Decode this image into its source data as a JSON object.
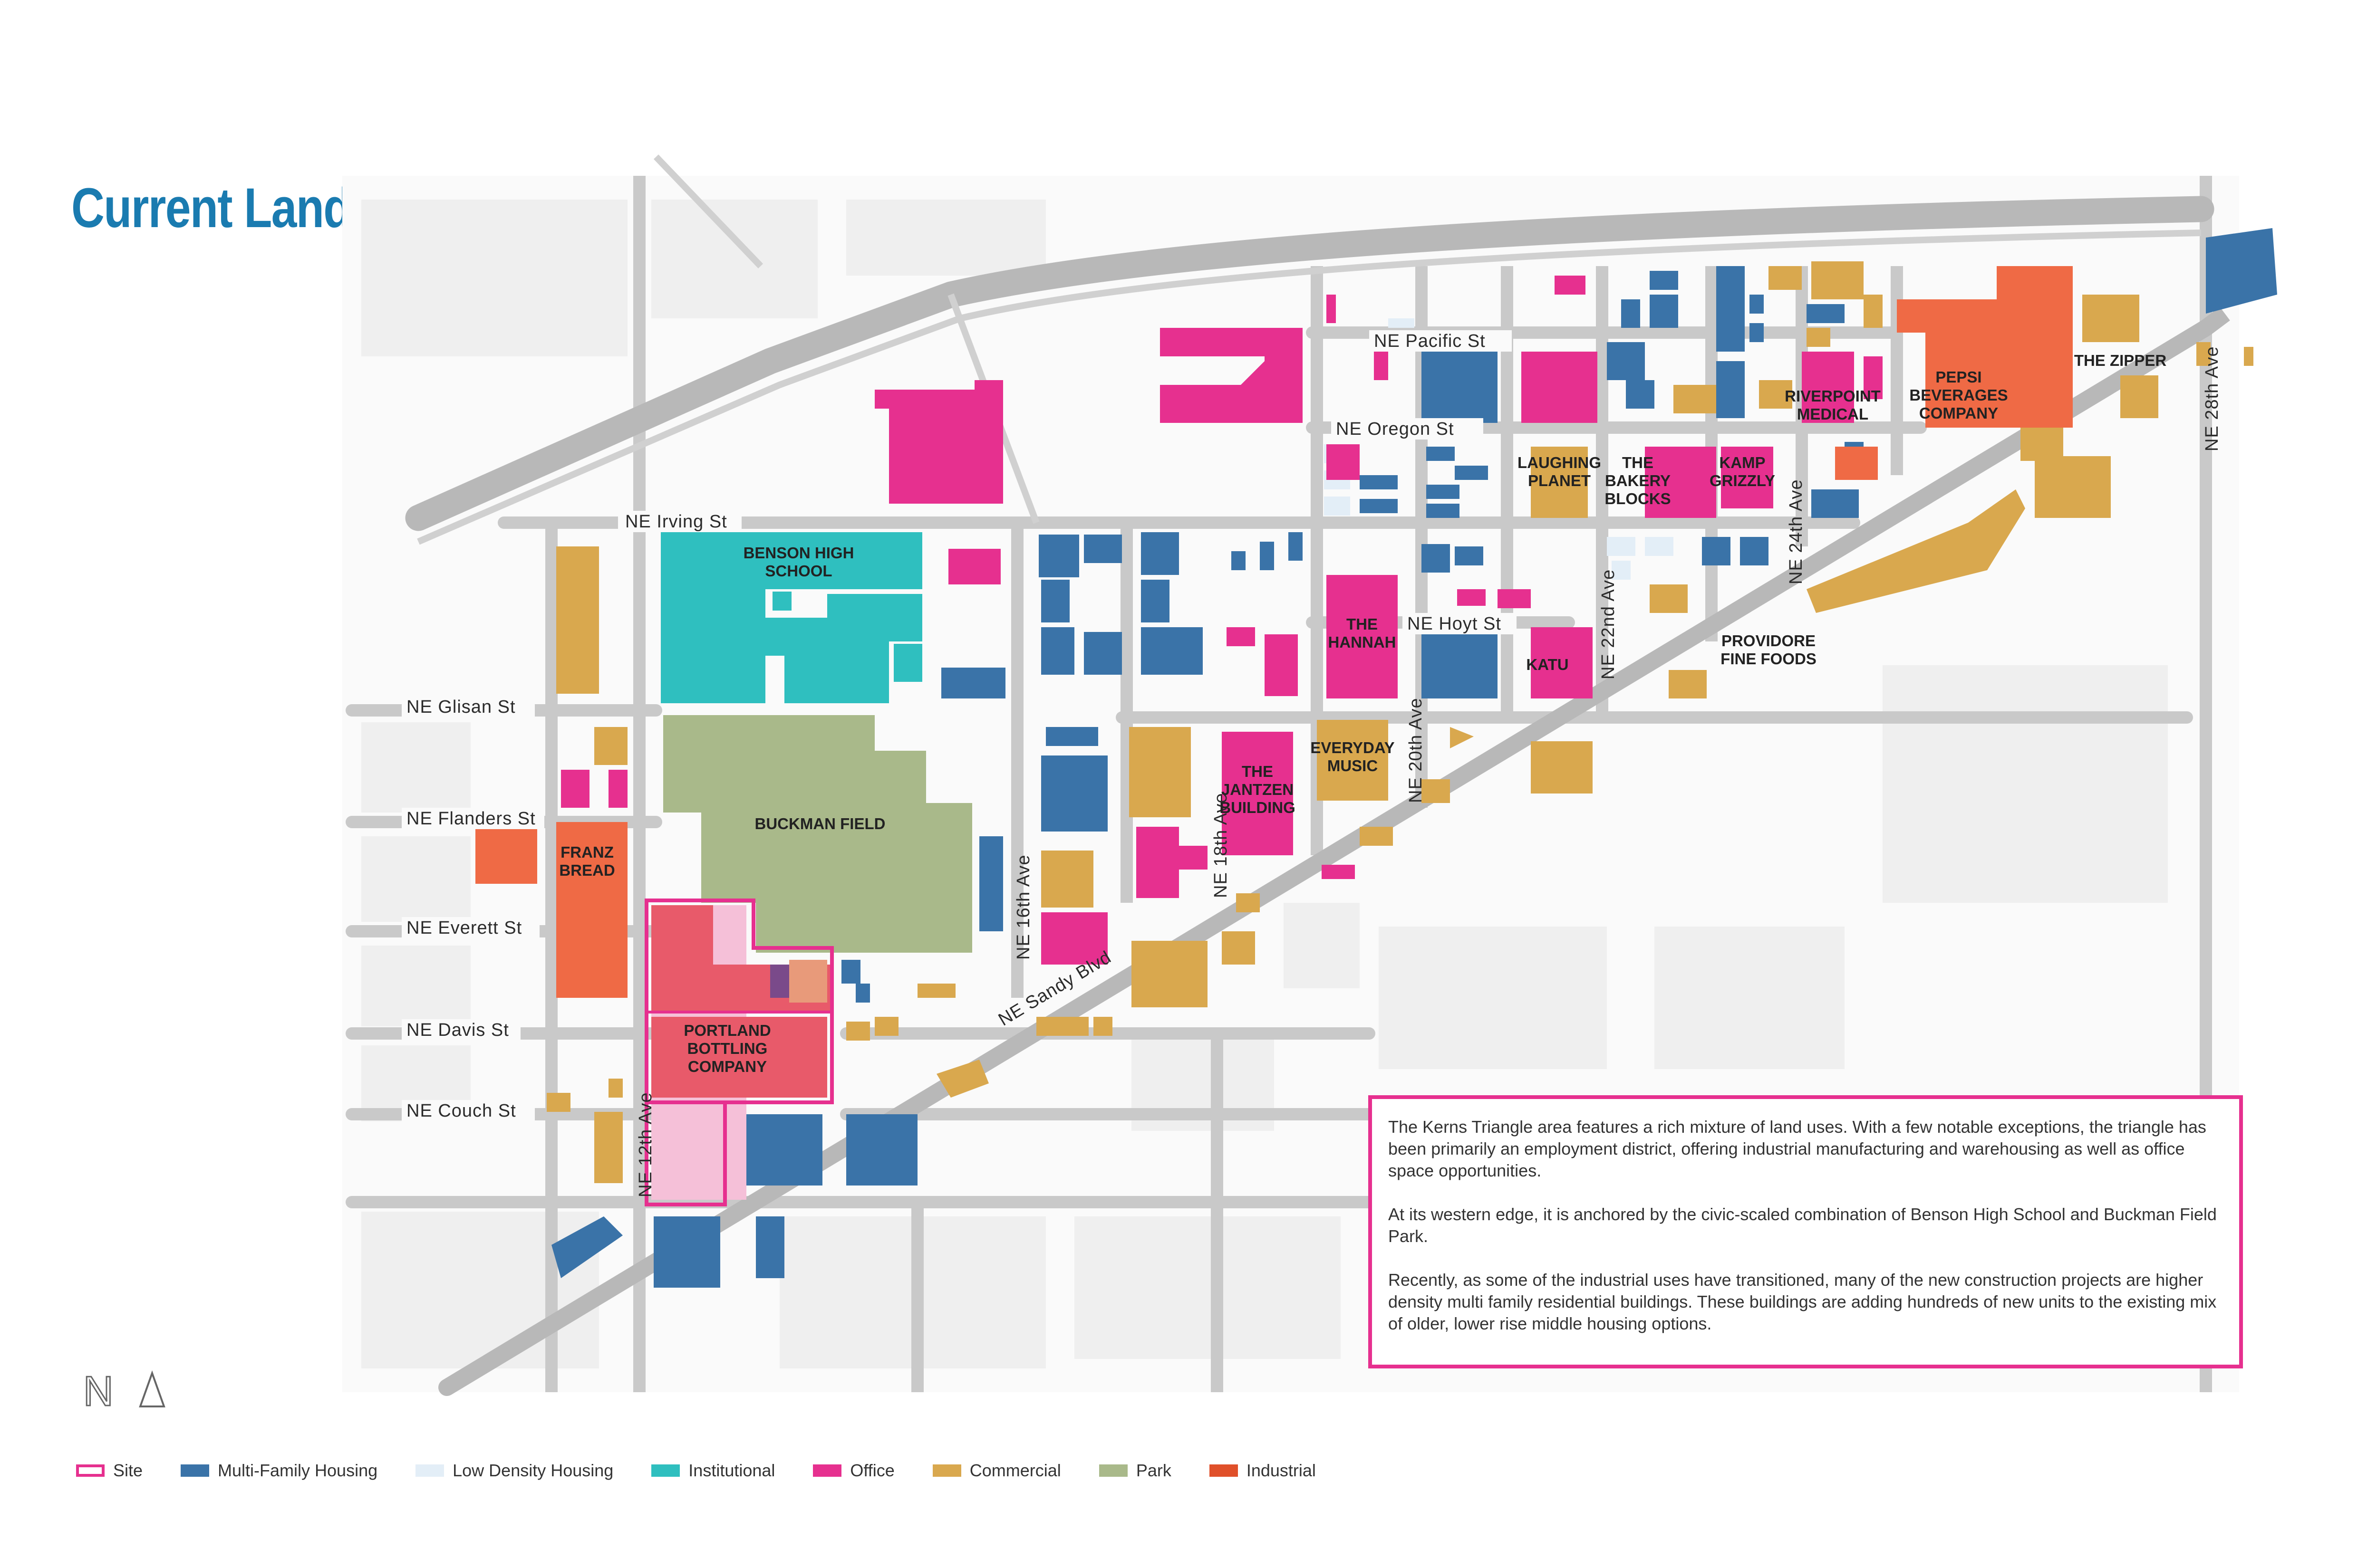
{
  "title": "Current Land Use",
  "colors": {
    "site": "#e6308f",
    "site_fill": "#f5c0d8",
    "multi_family": "#3a73a8",
    "low_density": "#e8f1f8",
    "institutional": "#2fbfbf",
    "office": "#e6308f",
    "commercial": "#d9a84e",
    "park": "#a9b98a",
    "industrial": "#ef6a45",
    "street": "#c9c9c9",
    "block": "#f0f0f0"
  },
  "streets": {
    "irving": "NE Irving St",
    "glisan": "NE Glisan St",
    "flanders": "NE Flanders St",
    "everett": "NE Everett St",
    "davis": "NE Davis St",
    "couch": "NE Couch St",
    "pacific": "NE Pacific St",
    "oregon": "NE Oregon St",
    "hoyt": "NE Hoyt St",
    "ave12": "NE 12th Ave",
    "ave16": "NE 16th Ave",
    "ave18": "NE 18th Ave",
    "ave20": "NE 20th Ave",
    "ave22": "NE 22nd Ave",
    "ave24": "NE 24th Ave",
    "ave28": "NE 28th Ave",
    "sandy": "NE Sandy Blvd"
  },
  "buildings": {
    "benson": "BENSON HIGH SCHOOL",
    "benson_l1": "BENSON HIGH",
    "benson_l2": "SCHOOL",
    "buckman": "BUCKMAN FIELD",
    "franz_l1": "FRANZ",
    "franz_l2": "BREAD",
    "portland_l1": "PORTLAND",
    "portland_l2": "BOTTLING",
    "portland_l3": "COMPANY",
    "hannah_l1": "THE",
    "hannah_l2": "HANNAH",
    "jantzen_l1": "THE",
    "jantzen_l2": "JANTZEN",
    "jantzen_l3": "BUILDING",
    "everyday_l1": "EVERYDAY",
    "everyday_l2": "MUSIC",
    "katu": "KATU",
    "laughing_l1": "LAUGHING",
    "laughing_l2": "PLANET",
    "bakery_l1": "THE",
    "bakery_l2": "BAKERY",
    "bakery_l3": "BLOCKS",
    "kamp_l1": "KAMP",
    "kamp_l2": "GRIZZLY",
    "riverpoint_l1": "RIVERPOINT",
    "riverpoint_l2": "MEDICAL",
    "pepsi_l1": "PEPSI",
    "pepsi_l2": "BEVERAGES",
    "pepsi_l3": "COMPANY",
    "zipper": "THE ZIPPER",
    "providore_l1": "PROVIDORE",
    "providore_l2": "FINE FOODS"
  },
  "description": {
    "p1": "The Kerns Triangle area features a rich mixture of land uses. With a few notable exceptions, the triangle has been primarily an employment district, offering industrial manufacturing and warehousing as well as office space opportunities.",
    "p2": "At its western edge, it is anchored by the civic-scaled combination of Benson High School and Buckman Field Park.",
    "p3": "Recently, as some of the industrial uses have transitioned, many of the new construction projects are higher density multi family residential buildings. These buildings are adding hundreds of new units to the existing mix of older, lower rise middle housing options."
  },
  "legend": [
    {
      "label": "Site",
      "key": "site"
    },
    {
      "label": "Multi-Family Housing",
      "key": "multi_family"
    },
    {
      "label": "Low Density Housing",
      "key": "low_density"
    },
    {
      "label": "Institutional",
      "key": "institutional"
    },
    {
      "label": "Office",
      "key": "office"
    },
    {
      "label": "Commercial",
      "key": "commercial"
    },
    {
      "label": "Park",
      "key": "park"
    },
    {
      "label": "Industrial",
      "key": "industrial"
    }
  ],
  "north_arrow": {
    "letter": "N",
    "icon": "north-arrow-icon"
  }
}
